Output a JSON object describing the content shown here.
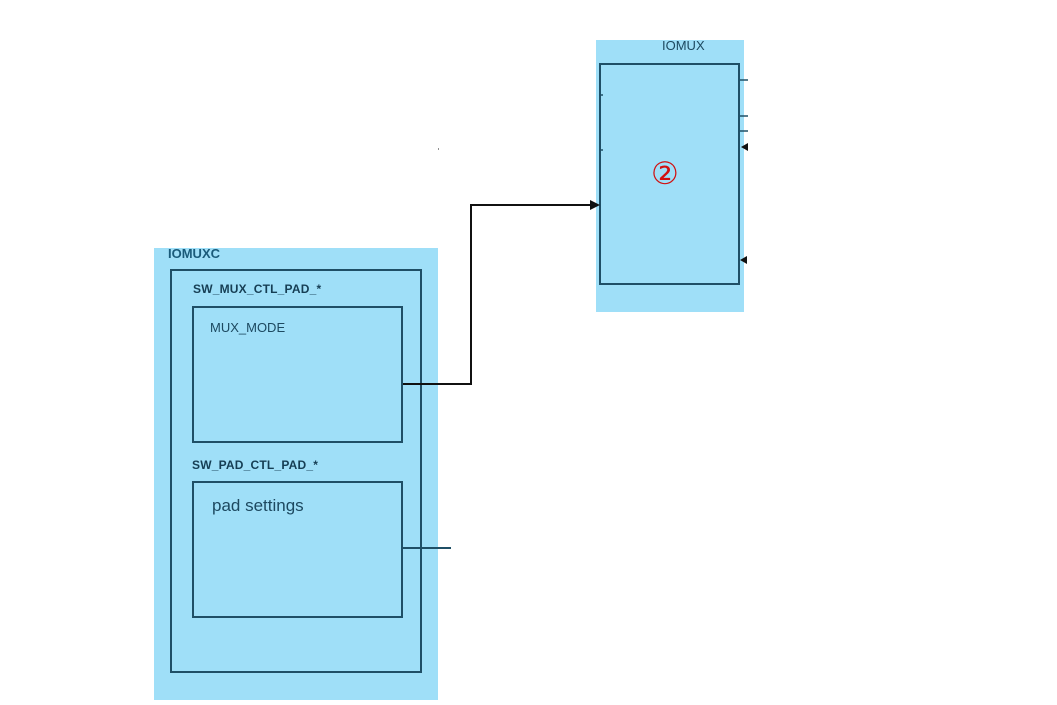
{
  "diagram": {
    "iomuxc": {
      "title": "IOMUXC",
      "mux_register": {
        "title": "SW_MUX_CTL_PAD_*",
        "field": "MUX_MODE"
      },
      "pad_register": {
        "title": "SW_PAD_CTL_PAD_*",
        "field": "pad settings"
      }
    },
    "iomux": {
      "title": "IOMUX",
      "marker": "②"
    },
    "colors": {
      "block_fill": "#9fdff8",
      "block_border": "#1f4f66",
      "title_text": "#1a5b7a",
      "connector": "#111111",
      "marker": "#d11010"
    }
  }
}
